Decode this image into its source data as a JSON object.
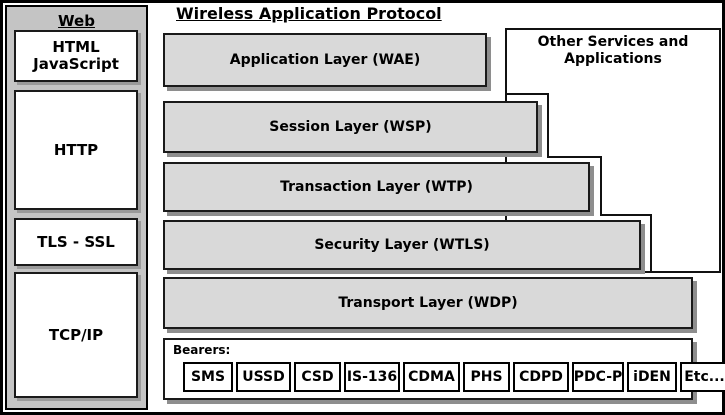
{
  "diagram": {
    "title_left": "Web",
    "title_right": "Wireless Application Protocol"
  },
  "web_stack": {
    "title": "Web",
    "items": [
      {
        "id": "html-javascript",
        "line1": "HTML",
        "line2": "JavaScript"
      },
      {
        "id": "http",
        "line1": "HTTP",
        "line2": ""
      },
      {
        "id": "tls-ssl",
        "line1": "TLS - SSL",
        "line2": ""
      },
      {
        "id": "tcp-ip",
        "line1": "TCP/IP",
        "line2": ""
      }
    ]
  },
  "wap_stack": {
    "title": "Wireless Application Protocol",
    "layers": [
      {
        "id": "wae",
        "label": "Application Layer (WAE)"
      },
      {
        "id": "wsp",
        "label": "Session Layer (WSP)"
      },
      {
        "id": "wtp",
        "label": "Transaction Layer (WTP)"
      },
      {
        "id": "wtls",
        "label": "Security Layer (WTLS)"
      },
      {
        "id": "wdp",
        "label": "Transport Layer (WDP)"
      }
    ]
  },
  "other_services": {
    "label": "Other Services and Applications"
  },
  "bearers": {
    "label": "Bearers:",
    "items": [
      {
        "id": "sms",
        "label": "SMS"
      },
      {
        "id": "ussd",
        "label": "USSD"
      },
      {
        "id": "csd",
        "label": "CSD"
      },
      {
        "id": "is-136",
        "label": "IS-136"
      },
      {
        "id": "cdma",
        "label": "CDMA"
      },
      {
        "id": "phs",
        "label": "PHS"
      },
      {
        "id": "cdpd",
        "label": "CDPD"
      },
      {
        "id": "pdc-p",
        "label": "PDC-P"
      },
      {
        "id": "iden",
        "label": "iDEN"
      },
      {
        "id": "etc",
        "label": "Etc..."
      }
    ]
  },
  "colors": {
    "layer_fill": "#d9d9d9",
    "web_column_bg": "#c4c4c4",
    "shadow": "#8e8e8e",
    "outline": "#1a1a1a",
    "page_bg": "#ffffff"
  }
}
